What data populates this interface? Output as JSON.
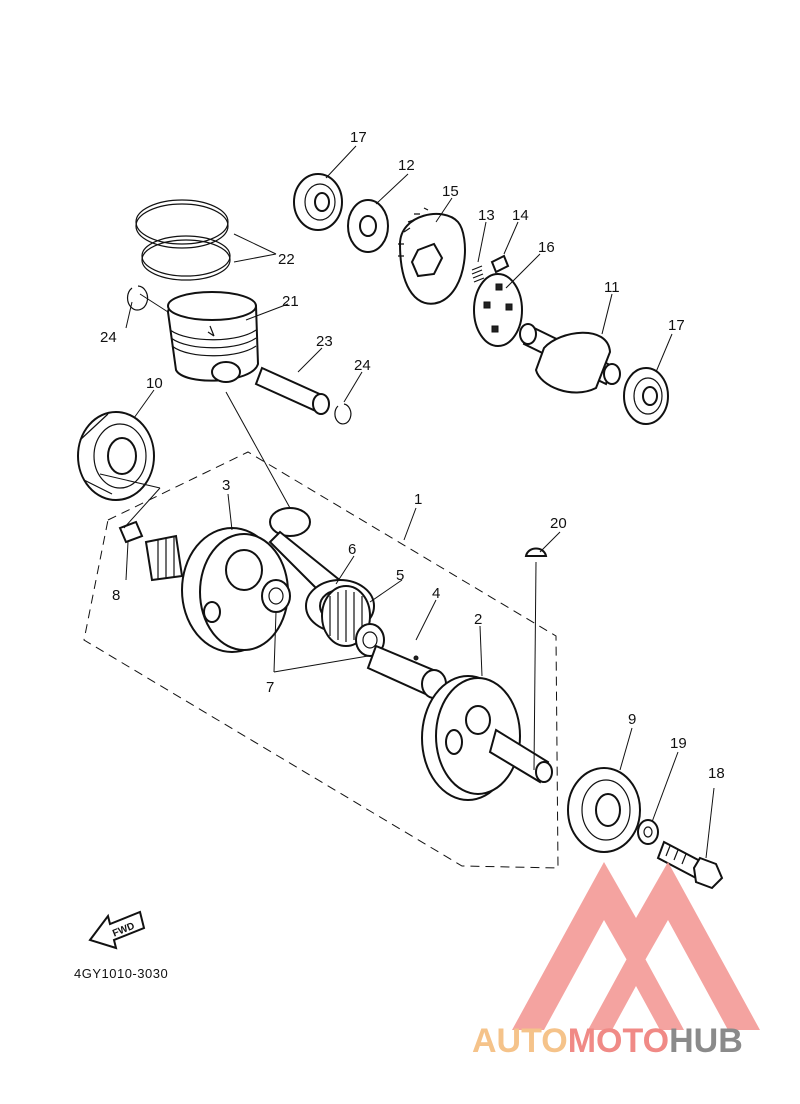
{
  "part_labels": {
    "p1": "1",
    "p2": "2",
    "p3": "3",
    "p4": "4",
    "p5": "5",
    "p6": "6",
    "p7": "7",
    "p8": "8",
    "p9": "9",
    "p10": "10",
    "p11": "11",
    "p12": "12",
    "p13": "13",
    "p14": "14",
    "p15": "15",
    "p16": "16",
    "p17a": "17",
    "p17b": "17",
    "p18": "18",
    "p19": "19",
    "p20": "20",
    "p21": "21",
    "p22": "22",
    "p23": "23",
    "p24a": "24",
    "p24b": "24"
  },
  "fwd_label": "FWD",
  "diagram_code": "4GY1010-3030",
  "watermark": {
    "part1": "AUTO",
    "part2": "MOTO",
    "part3": "HUB",
    "color_part1": "#f5c38a",
    "color_part2": "#f08a86",
    "color_part3": "#8a8a8a",
    "logo_color": "#f39a96"
  },
  "icons": {
    "fwd_arrow": "fwd-arrow-icon",
    "logo": "automotohub-logo-icon"
  }
}
